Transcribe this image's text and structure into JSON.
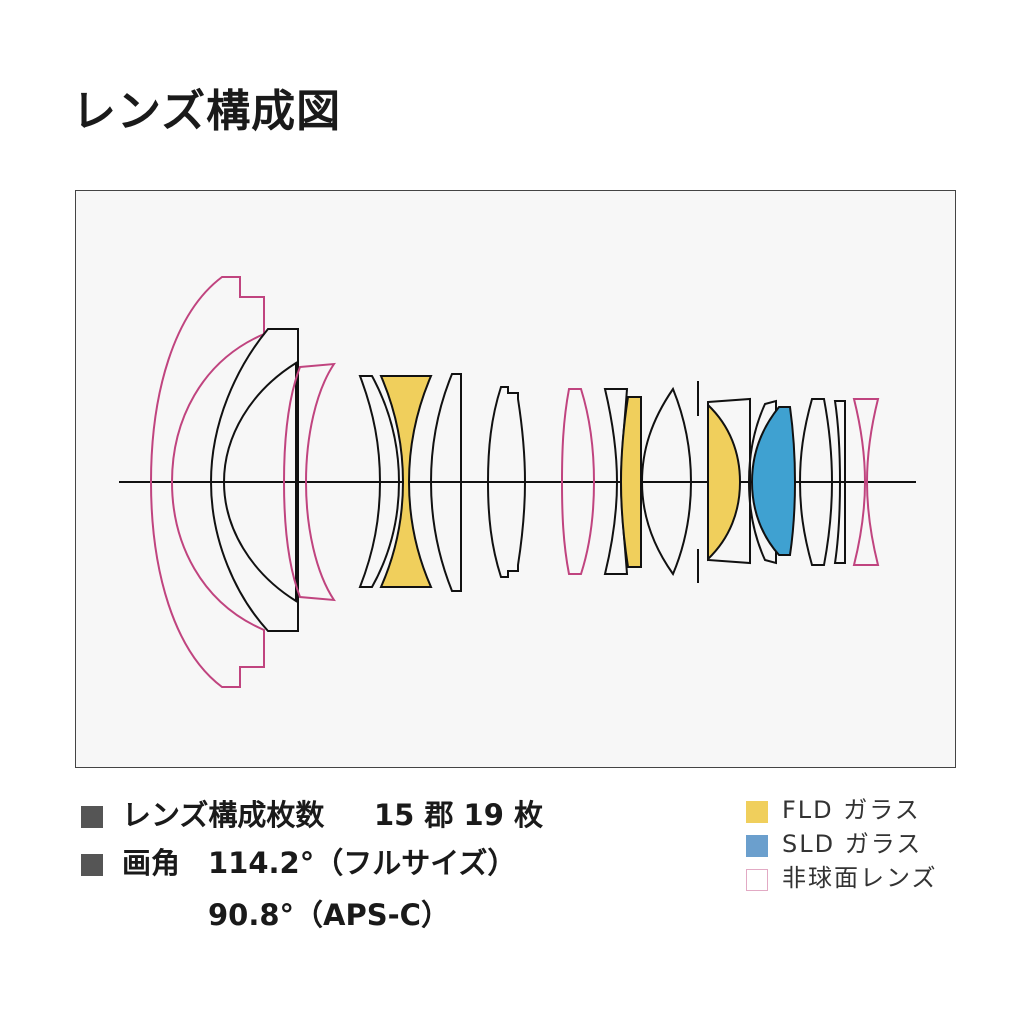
{
  "title": "レンズ構成図",
  "colors": {
    "fld": "#f0cf5c",
    "sld": "#3fa1d1",
    "aspherical": "#c0447f",
    "standard": "#111111",
    "panel_bg": "#f7f7f7"
  },
  "specs": {
    "construction_label": "レンズ構成枚数",
    "construction_value": "15 郡 19 枚",
    "angle_label": "画角",
    "angle_full": "114.2°（フルサイズ）",
    "angle_apsc": "90.8°（APS-C）"
  },
  "legend": [
    {
      "label": "FLD ガラス",
      "swatch": "#f0cf5c",
      "border": "#f0cf5c"
    },
    {
      "label": "SLD ガラス",
      "swatch": "#6b9fcd",
      "border": "#6b9fcd"
    },
    {
      "label": "非球面レンズ",
      "swatch": "#ffffff",
      "border": "#e2aac4"
    }
  ]
}
